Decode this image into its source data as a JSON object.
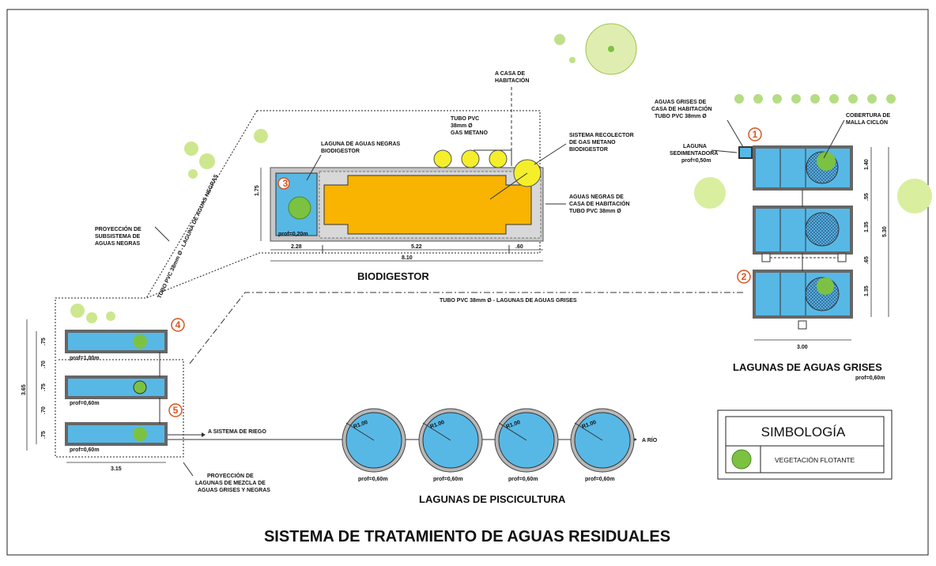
{
  "title": "SISTEMA DE TRATAMIENTO DE AGUAS RESIDUALES",
  "colors": {
    "water": "#57b8e6",
    "concrete": "#a8a8a8",
    "digester": "#f8b400",
    "gas": "#f4ef2a",
    "vegetation": "#7cc242",
    "marker": "#d8541f"
  },
  "biodigestor": {
    "title": "BIODIGESTOR",
    "marker": "3",
    "pipe_label": [
      "TUBO PVC",
      "38mm Ø",
      "GAS METANO"
    ],
    "house_label": [
      "A CASA DE",
      "HABITACIÓN"
    ],
    "gas_label": [
      "SISTEMA RECOLECTOR",
      "DE GAS METANO",
      "BIODIGESTOR"
    ],
    "inlet_label": [
      "AGUAS NEGRAS DE",
      "CASA DE HABITACIÓN",
      "TUBO PVC 38mm Ø"
    ],
    "lagoon_label": [
      "LAGUNA DE AGUAS NEGRAS",
      "BIODIGESTOR"
    ],
    "prof": "prof=0,20m",
    "dims": {
      "height": "1.75",
      "d1": "2.28",
      "d2": "5.22",
      "d3": ".60",
      "total": "8.10"
    }
  },
  "projection_black": [
    "PROYECCIÓN DE",
    "SUBSISTEMA DE",
    "AGUAS NEGRAS"
  ],
  "pipe_black": "TUBO PVC 38mm Ø - LAGUNA DE AGUAS NEGRAS",
  "pipe_grey": "TUBO PVC 38mm Ø - LAGUNAS DE AGUAS GRISES",
  "grey": {
    "title": "LAGUNAS DE AGUAS GRISES",
    "prof": "prof=0,60m",
    "marker1": "1",
    "marker2": "2",
    "inlet_label": [
      "AGUAS GRISES DE",
      "CASA DE HABITACIÓN",
      "TUBO PVC 38mm Ø"
    ],
    "sediment_label": [
      "LAGUNA",
      "SEDIMENTADORA",
      "prof=0,50m"
    ],
    "cover_label": [
      "COBERTURA DE",
      "MALLA CICLÓN"
    ],
    "dims": {
      "h1": "1.40",
      "g1": ".55",
      "h2": "1.35",
      "g2": ".65",
      "h3": "1.35",
      "total": "5.30",
      "width": "3.00"
    }
  },
  "mix": {
    "marker4": "4",
    "marker5": "5",
    "profs": [
      "prof=1,00m",
      "prof=0,60m",
      "prof=0,60m"
    ],
    "dims": {
      "h": [
        ".75",
        ".70",
        ".75",
        ".70",
        ".75"
      ],
      "total": "3.65",
      "width": "3.15"
    },
    "projection": [
      "PROYECCIÓN DE",
      "LAGUNAS DE MEZCLA DE",
      "AGUAS GRISES Y NEGRAS"
    ],
    "riego": "A SISTEMA DE RIEGO"
  },
  "pisc": {
    "title": "LAGUNAS DE PISCICULTURA",
    "radius_labels": [
      "R1.00",
      "R1.00",
      "R1.00",
      "R1.00"
    ],
    "profs": [
      "prof=0,60m",
      "prof=0,60m",
      "prof=0,60m",
      "prof=0,60m"
    ],
    "rio": "A RÍO"
  },
  "legend": {
    "title": "SIMBOLOGÍA",
    "item": "VEGETACIÓN FLOTANTE"
  }
}
